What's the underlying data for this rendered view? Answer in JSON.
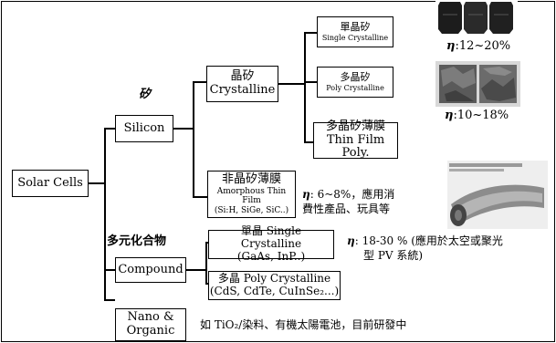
{
  "root": {
    "label": "Solar Cells"
  },
  "silicon": {
    "heading": "矽",
    "label": "Silicon",
    "crystalline": {
      "zh": "晶矽",
      "en": "Crystalline"
    },
    "single": {
      "zh": "單晶矽",
      "en": "Single Crystalline",
      "eta": "η",
      "efficiency": ":12~20%"
    },
    "poly": {
      "zh": "多晶矽",
      "en": "Poly Crystalline",
      "eta": "η",
      "efficiency": ":10~18%"
    },
    "thinfilm": {
      "zh": "多晶矽薄膜",
      "en": "Thin Film Poly."
    },
    "amorphous": {
      "zh": "非晶矽薄膜",
      "en": "Amorphous Thin Film",
      "formula": "(Si:H, SiGe, SiC..)",
      "eta": "η",
      "note_line1": ": 6~8%，應用消",
      "note_line2": "費性產品、玩具等"
    }
  },
  "compound": {
    "heading": "多元化合物",
    "label": "Compound",
    "single": {
      "line1": "單晶 Single Crystalline",
      "line2": "(GaAs, InP..)"
    },
    "poly": {
      "line1": "多晶 Poly Crystalline",
      "line2": "(CdS, CdTe, CuInSe₂...)"
    },
    "eta": "η",
    "note_line1": ": 18-30 % (應用於太空或聚光",
    "note_line2": "型 PV 系統)"
  },
  "nano": {
    "label_line1": "Nano &",
    "label_line2": "Organic",
    "note": "如 TiO₂/染料、有機太陽電池，目前研發中"
  },
  "colors": {
    "line": "#000000",
    "box_border": "#000000",
    "background": "#ffffff"
  }
}
